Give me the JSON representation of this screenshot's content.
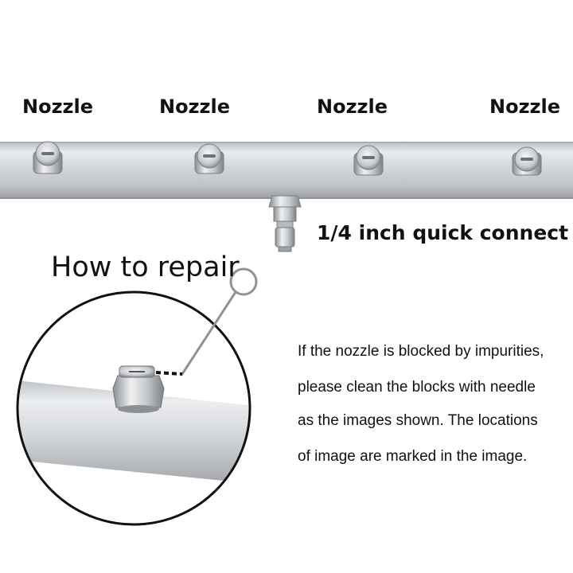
{
  "labels": {
    "nozzle_1": "Nozzle",
    "nozzle_2": "Nozzle",
    "nozzle_3": "Nozzle",
    "nozzle_4": "Nozzle",
    "quick_connect": "1/4 inch quick connect",
    "how_to_repair": "How to repair"
  },
  "description": {
    "line1": "If the nozzle is blocked by impurities,",
    "line2": "please clean the blocks with needle",
    "line3": "as the images shown. The locations",
    "line4": "of image are marked in the image."
  },
  "colors": {
    "background": "#ffffff",
    "text": "#111111",
    "pipe_light": "#e6e8ea",
    "pipe_mid": "#c3c6c9",
    "pipe_dark": "#9a9da1",
    "outline": "#111111"
  }
}
